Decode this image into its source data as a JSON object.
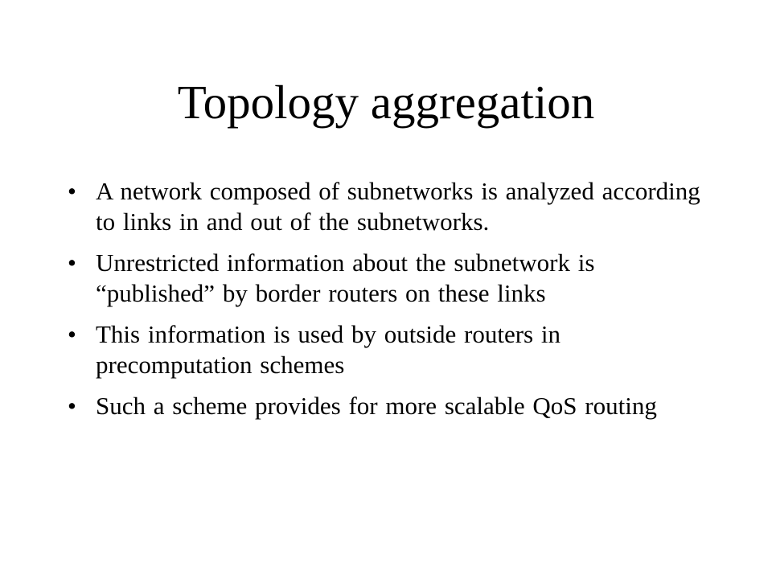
{
  "slide": {
    "title": "Topology aggregation",
    "bullet_symbol": "•",
    "bullets": [
      "A network composed of subnetworks is analyzed according to links in and out of the subnetworks.",
      "Unrestricted information about the subnetwork is “published” by border routers on these links",
      "This information is used by outside routers in precomputation schemes",
      "Such a scheme provides for more scalable QoS routing"
    ]
  }
}
